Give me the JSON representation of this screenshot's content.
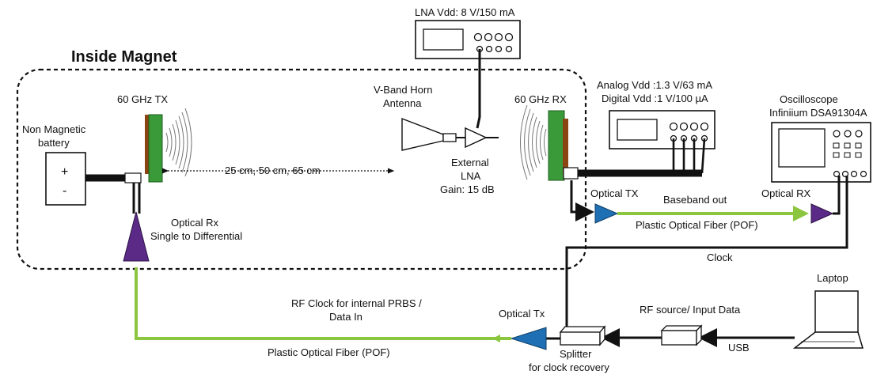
{
  "title": "Inside Magnet",
  "instruments": {
    "lna_supply": "LNA Vdd: 8 V/150 mA",
    "analog_vdd": "Analog Vdd  :1.3 V/63 mA",
    "digital_vdd": "Digital Vdd :1 V/100 µA",
    "oscilloscope_line1": "Oscilloscope",
    "oscilloscope_line2": "Infiniium DSA91304A"
  },
  "components": {
    "battery_line1": "Non Magnetic",
    "battery_line2": "battery",
    "battery_plus": "+",
    "battery_minus": "-",
    "tx": "60 GHz TX",
    "rx": "60 GHz RX",
    "horn_line1": "V-Band Horn",
    "horn_line2": "Antenna",
    "lna_line1": "External",
    "lna_line2": "LNA",
    "lna_line3": "Gain: 15 dB",
    "distance": "25 cm, 50 cm, 65 cm",
    "optical_rx_inner_line1": "Optical Rx",
    "optical_rx_inner_line2": "Single to Differential",
    "optical_tx_top": "Optical TX",
    "optical_rx_top": "Optical RX",
    "optical_tx_bottom": "Optical Tx",
    "laptop": "Laptop",
    "splitter_line1": "Splitter",
    "splitter_line2": "for clock recovery"
  },
  "links": {
    "baseband_out": "Baseband out",
    "pof_top": "Plastic Optical Fiber (POF)",
    "clock": "Clock",
    "rf_clock_line1": "RF Clock for internal PRBS /",
    "rf_clock_line2": "Data In",
    "pof_bottom": "Plastic Optical Fiber (POF)",
    "rf_source": "RF source/ Input Data",
    "usb": "USB"
  },
  "colors": {
    "fiber": "#8cc63f",
    "optical_tx": "#1f6fb4",
    "optical_rx": "#5b2a86",
    "chip": "#3a9a3a",
    "cable": "#111111"
  }
}
